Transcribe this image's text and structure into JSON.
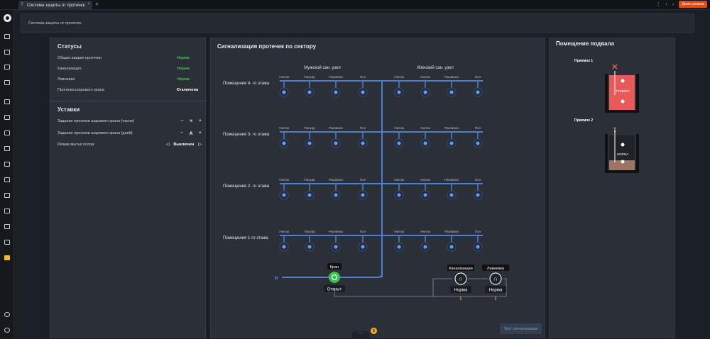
{
  "topbar": {
    "tab_title": "Система защиты от протечек",
    "demo_label": "Демо режим"
  },
  "breadcrumb": "Система защиты от протечек",
  "statuses": {
    "title": "Статусы",
    "items": [
      {
        "label": "Общая авария протечки",
        "value": "Норма"
      },
      {
        "label": "Канализация",
        "value": "Норма"
      },
      {
        "label": "Ливневка",
        "value": "Норма"
      },
      {
        "label": "Прогонка шарового крана",
        "value": "Отключена"
      }
    ]
  },
  "setpoints": {
    "title": "Уставки",
    "items": [
      {
        "label": "Задание прогонки шарового крана (часов)",
        "unit": "ч",
        "minus": "−",
        "plus": "+"
      },
      {
        "label": "Задание прогонки шарового крана (дней)",
        "unit": "д",
        "minus": "−",
        "plus": "+"
      },
      {
        "label": "Режим мытья полов",
        "value": "Выключен",
        "prev": "◁",
        "next": "▷"
      }
    ]
  },
  "sector": {
    "title": "Сигнализация протечек по сектору",
    "men": "Мужской сан. узел",
    "women": "Женский сан. узел",
    "men_sensors": [
      "Унитаз",
      "Писуар",
      "Раковина",
      "Пол"
    ],
    "women_sensors": [
      "Унитаз",
      "Унитаз",
      "Раковина",
      "Пол"
    ],
    "floors": [
      "Помещения 4- го этажа",
      "Помещения 3- го этажа",
      "Помещения 2- го этажа",
      "Помещения 1-го этажа"
    ],
    "valve_label": "Кран",
    "valve_state": "Открыт",
    "sewer_label": "Канализация",
    "sewer_state": "Норма",
    "storm_label": "Ливневка",
    "storm_state": "Норма",
    "test_button": "Тест сигнализации",
    "badge_count": "5"
  },
  "basement": {
    "title": "Помещение подвала",
    "pit1": "Приямок 1",
    "pit1_state": "ТРЕВОГА",
    "pit2": "Приямок 2",
    "pit2_state": "НОРМА"
  },
  "colors": {
    "accent": "#f5b82e",
    "green": "#38c24e",
    "alarm": "#e85a5a",
    "pipe": "#4a7fd6",
    "demo": "#e34b12"
  }
}
